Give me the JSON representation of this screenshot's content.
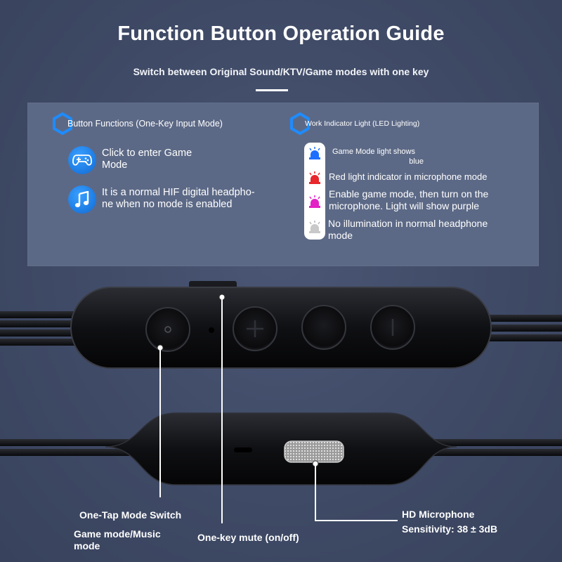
{
  "header": {
    "title": "Function Button Operation Guide",
    "subtitle": "Switch between Original Sound/KTV/Game modes with one key"
  },
  "left_section": {
    "heading": "Button Functions (One-Key Input Mode)",
    "items": [
      {
        "icon": "gamepad-icon",
        "text_line1": "Click to enter Game",
        "text_line2": "Mode"
      },
      {
        "icon": "music-note-icon",
        "text_line1": "It is a normal HIF digital headpho-",
        "text_line2": "ne when no mode is enabled"
      }
    ]
  },
  "right_section": {
    "heading": "Work Indicator Light (LED Lighting)",
    "items": [
      {
        "color": "#1f6fff",
        "text_line1": "Game Mode light shows",
        "text_line2": "blue"
      },
      {
        "color": "#e8262b",
        "text_line1": "Red light indicator in microphone mode",
        "text_line2": ""
      },
      {
        "color": "#e321c6",
        "text_line1": "Enable game mode, then turn on the",
        "text_line2": "microphone. Light will show purple"
      },
      {
        "color": "#c9c9c9",
        "text_line1": "No illumination in normal headphone",
        "text_line2": "mode"
      }
    ]
  },
  "callouts": {
    "mode_switch": "One-Tap Mode Switch",
    "game_music_line1": "Game mode/Music",
    "game_music_line2": "mode",
    "mute": "One-key mute (on/off)",
    "mic_title": "HD Microphone",
    "mic_sensitivity": "Sensitivity: 38 ± 3dB"
  },
  "colors": {
    "background": "#414c68",
    "panel": "#5c6986",
    "icon_blue": "#1f7fe6"
  }
}
